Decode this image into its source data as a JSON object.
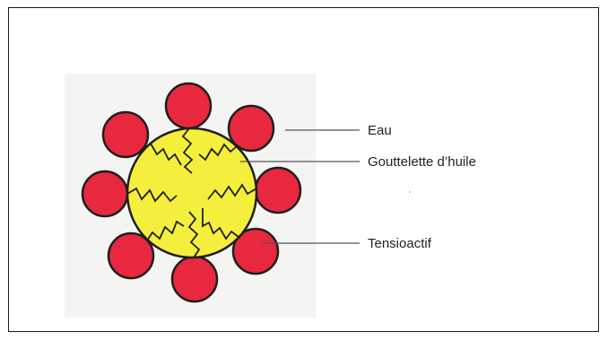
{
  "labels": {
    "water": "Eau",
    "oil_droplet": "Gouttelette d’huile",
    "surfactant": "Tensioactif"
  },
  "colors": {
    "oil_droplet_fill": "#f3ef3c",
    "surfactant_head_fill": "#e8283e",
    "outline": "#1e1e1e",
    "leader_line": "#555555",
    "background_patch": "#f4f4f2"
  }
}
